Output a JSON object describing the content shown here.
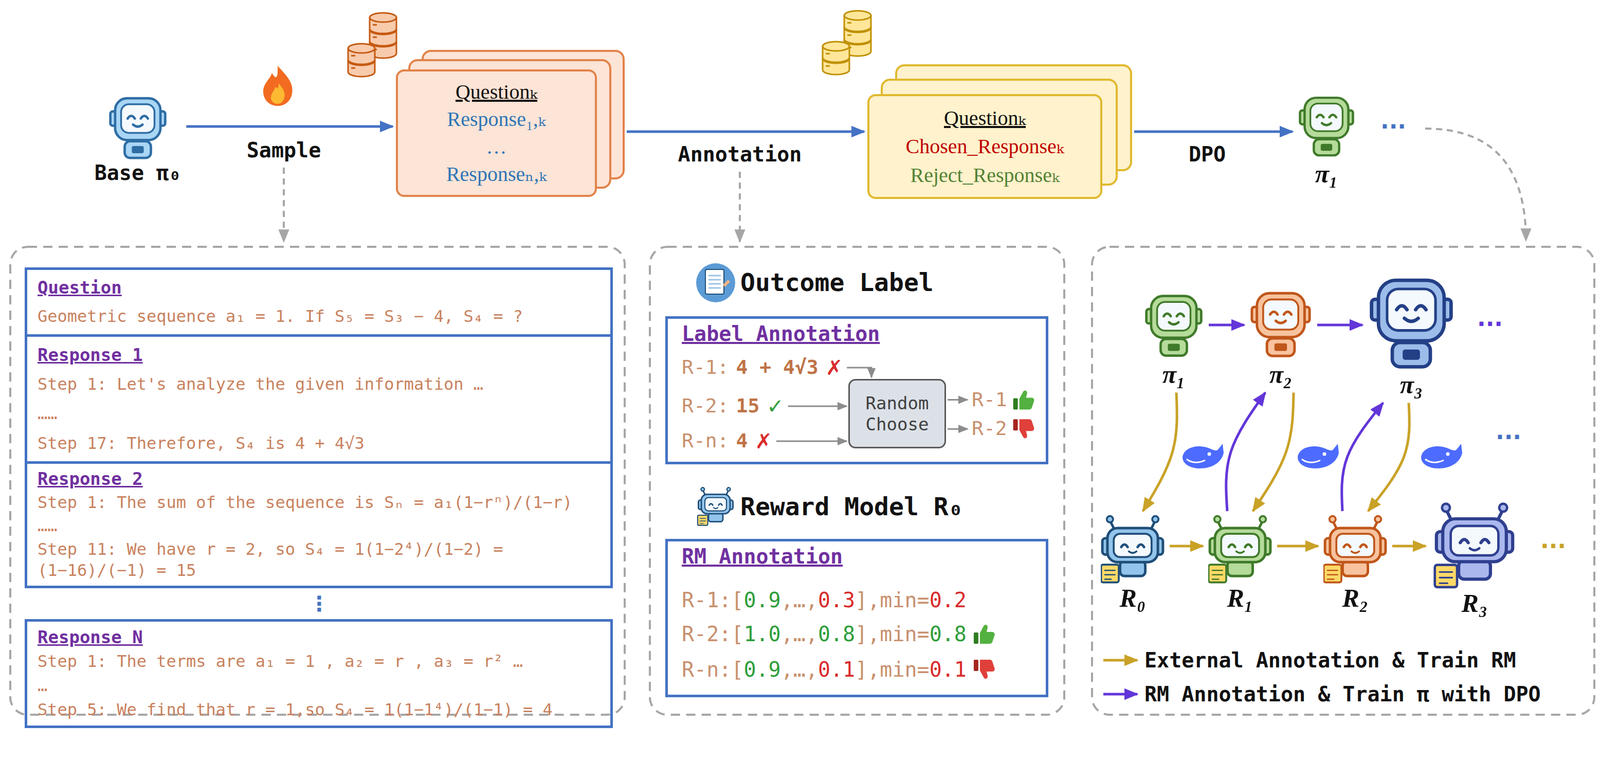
{
  "diagram": {
    "nodes": [
      {
        "text": [
          "Base π₀"
        ]
      },
      {
        "text": [
          "Questionₖ",
          "Response₁,ₖ",
          "…",
          "Responseₙ,ₖ"
        ]
      },
      {
        "text": [
          "Questionₖ",
          "Chosen_Responseₖ",
          "Reject_Responseₖ"
        ]
      },
      {
        "text": [
          "π₁"
        ]
      },
      {
        "text": [
          "Question",
          "Geometric sequence a₁ = 1. If S₅ = S₃ − 4, S₄ = ?"
        ]
      },
      {
        "text": [
          "Response 1",
          "Step 1: Let's analyze the given information …",
          "……",
          "Step 17: Therefore, S₄ is 4 + 4√3"
        ]
      },
      {
        "text": [
          "Response 2",
          "Step 1: The sum of the sequence is Sₙ = a₁(1−rⁿ)/(1−r)",
          "……",
          "Step 11: We have r = 2, so S₄ = 1(1−2⁴)/(1−2) = (1−16)/(−1) = 15"
        ]
      },
      {
        "text": [
          "Response N",
          "Step 1: The terms are a₁ = 1 , a₂ = r , a₃ = r² …",
          "…",
          "Step 5: We find that r = 1,so S₄ = 1(1−1⁴)/(1−1) = 4"
        ]
      },
      {
        "text": [
          "Outcome Label",
          "Label Annotation",
          "R-1:",
          "4 + 4√3",
          "✗",
          "R-2:",
          "15",
          "✓",
          "R-n:",
          "4",
          "✗",
          "R-1",
          "R-2"
        ]
      },
      {
        "text": [
          "Random Choose"
        ],
        "in": 8
      },
      {
        "text": [
          "Reward Model R₀",
          "RM Annotation",
          "R-1:[",
          "0.9",
          ",…,",
          "0.3",
          "],min=",
          "0.2",
          "R-2:[",
          "1.0",
          ",…,",
          "0.8",
          "],min=",
          "0.8",
          "R-n:[",
          "0.9",
          ",…,",
          "0.1",
          "],min=",
          "0.1"
        ]
      },
      {
        "text": [
          "π₁"
        ]
      },
      {
        "text": [
          "π₂"
        ]
      },
      {
        "text": [
          "π₃"
        ]
      },
      {
        "text": [
          "R₀"
        ]
      },
      {
        "text": [
          "R₁"
        ]
      },
      {
        "text": [
          "R₂"
        ]
      },
      {
        "text": [
          "R₃"
        ]
      }
    ],
    "edges": [
      {
        "from": 0,
        "to": 1,
        "label": "Sample",
        "arrow": "to"
      },
      {
        "from": 1,
        "to": 2,
        "label": "Annotation",
        "arrow": "to"
      },
      {
        "from": 2,
        "to": 3,
        "label": "DPO",
        "arrow": "to"
      },
      {
        "from": 11,
        "to": 12,
        "arrow": "to"
      },
      {
        "from": 12,
        "to": 13,
        "arrow": "to"
      },
      {
        "from": 11,
        "to": 14,
        "arrow": "to"
      },
      {
        "from": 15,
        "to": 12,
        "arrow": "to"
      },
      {
        "from": 12,
        "to": 15,
        "arrow": "to"
      },
      {
        "from": 16,
        "to": 13,
        "arrow": "to"
      },
      {
        "from": 13,
        "to": 16,
        "arrow": "to"
      },
      {
        "from": 14,
        "to": 15,
        "arrow": "to"
      },
      {
        "from": 15,
        "to": 16,
        "arrow": "to"
      },
      {
        "from": 16,
        "to": 17,
        "arrow": "to"
      }
    ],
    "labels": [
      "···",
      "⋮",
      "···",
      "···",
      "···"
    ],
    "legend": [
      {
        "text": "External Annotation & Train RM"
      },
      {
        "text": "RM Annotation & Train π with DPO"
      }
    ]
  }
}
